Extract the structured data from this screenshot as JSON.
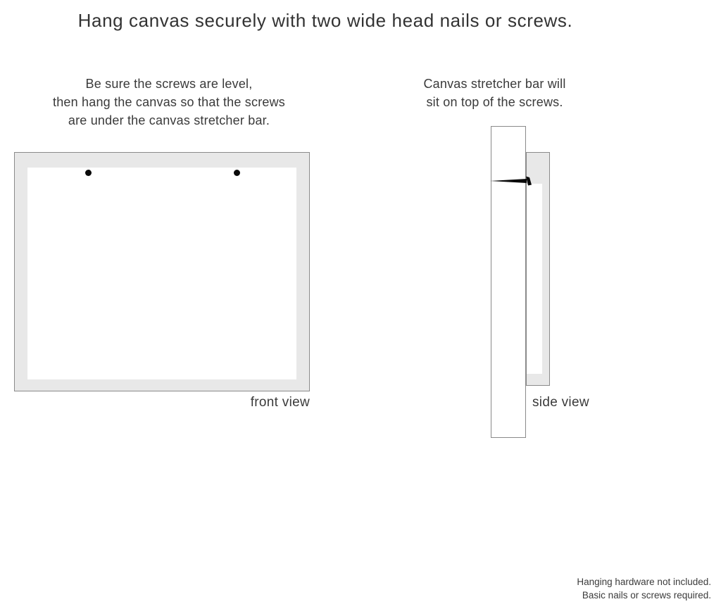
{
  "title": "Hang canvas securely with two wide head nails or screws.",
  "front_view": {
    "instructions": [
      "Be sure the screws are level,",
      "then hang the canvas so that the screws",
      "are under the canvas stretcher bar."
    ],
    "label": "front view",
    "nail_count": 2
  },
  "side_view": {
    "instructions": [
      "Canvas stretcher bar will",
      "sit on top of the screws."
    ],
    "label": "side view"
  },
  "footer": {
    "lines": [
      "Hanging hardware not included.",
      "Basic nails or screws required."
    ]
  },
  "icons": {
    "nail_dot_left": "nail-dot-left-icon",
    "nail_dot_right": "nail-dot-right-icon",
    "side_nail": "nail-icon"
  },
  "colors": {
    "background": "#ffffff",
    "canvas_frame": "#e8e8e8",
    "canvas_face": "#ffffff",
    "outline": "#8a8a8a",
    "nail": "#0a0a0a",
    "text": "#3a3a3a"
  }
}
